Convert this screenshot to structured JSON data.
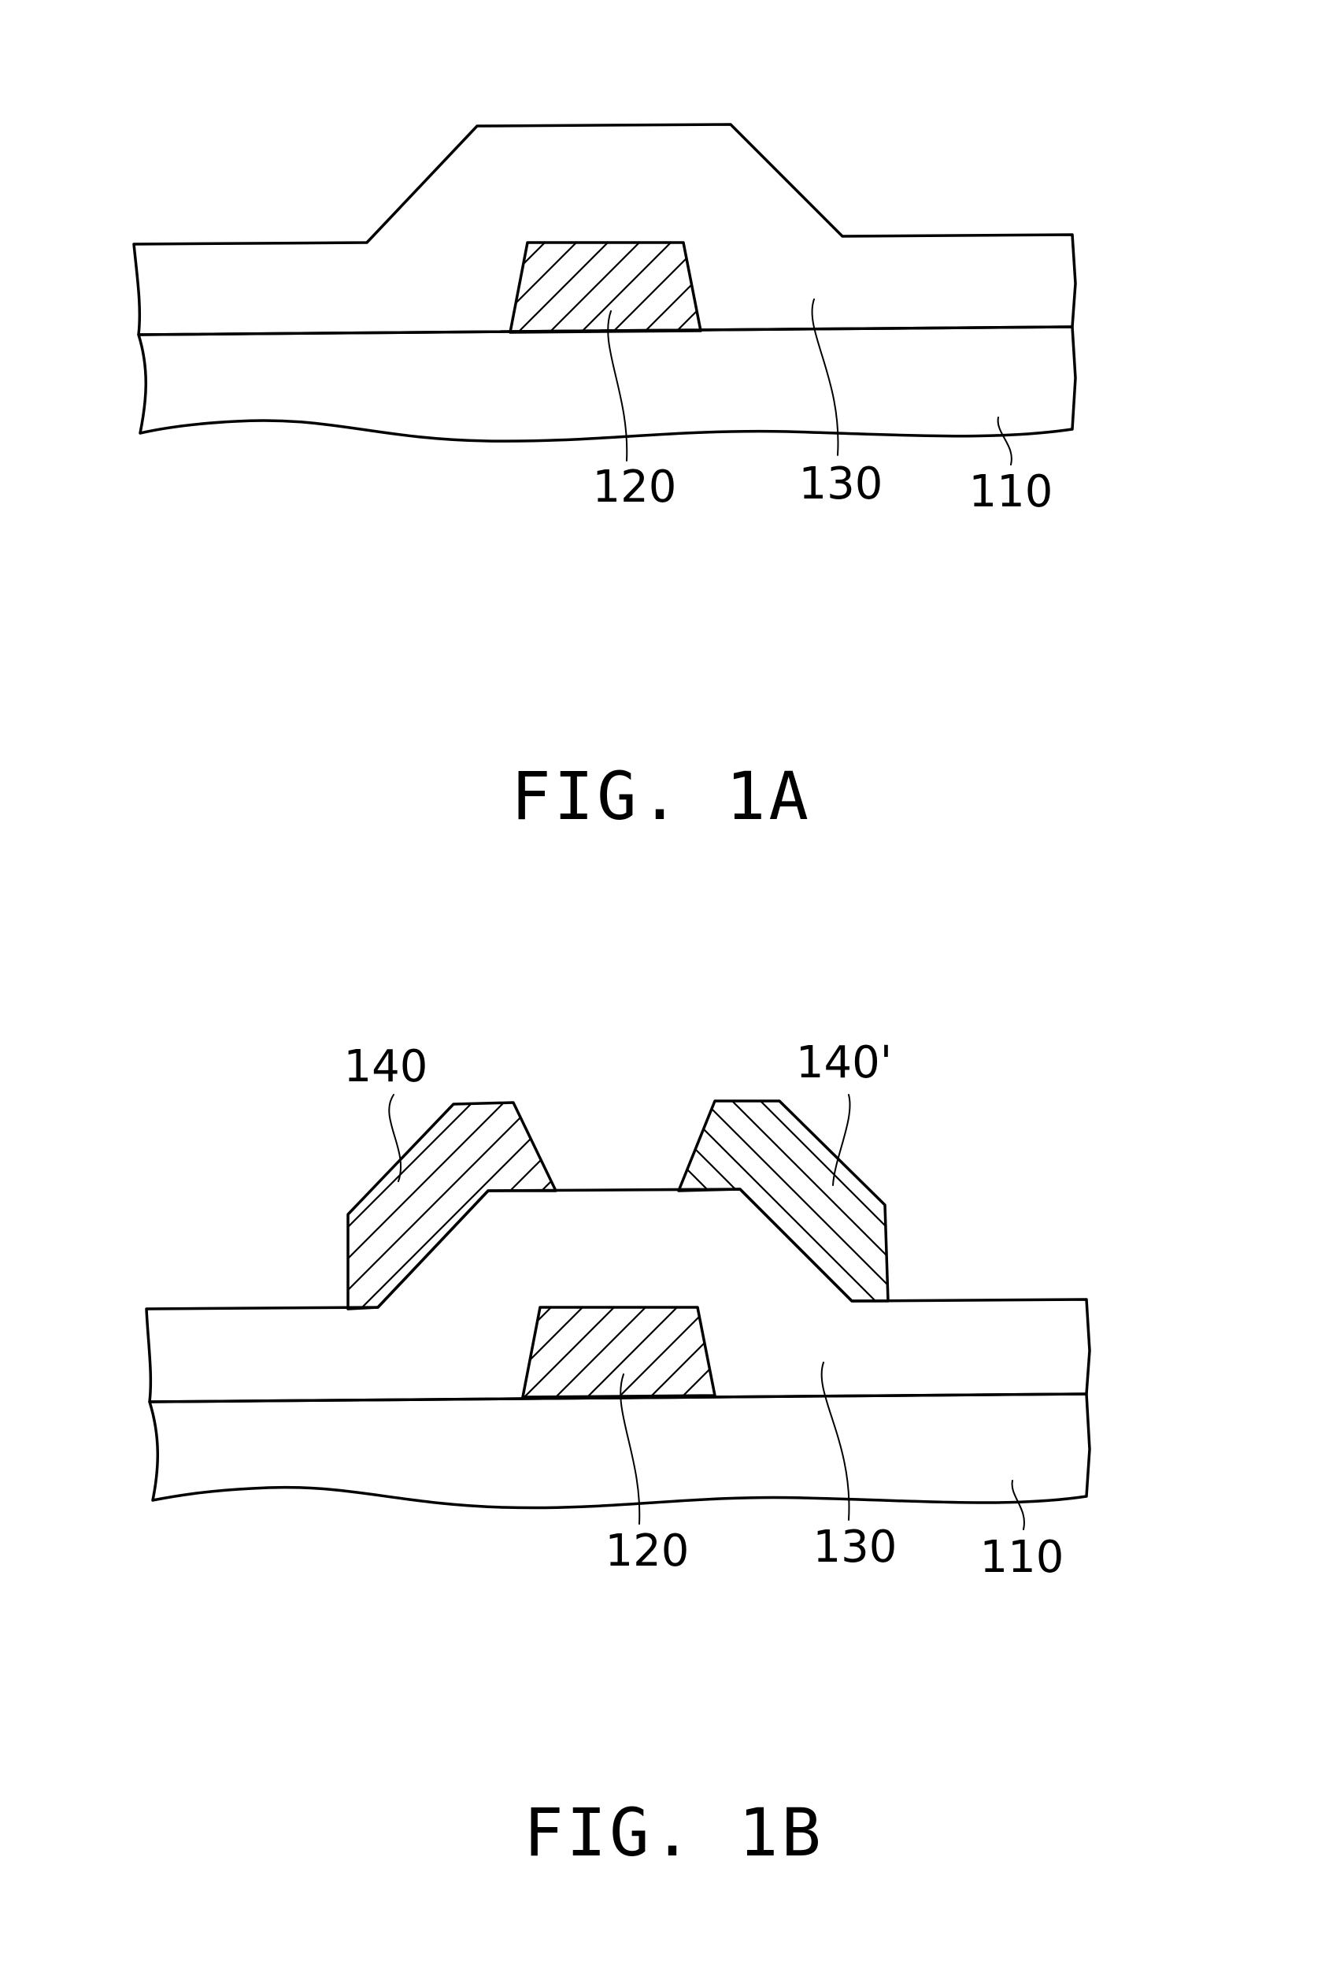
{
  "figures": [
    {
      "caption": "FIG. 1A",
      "labels": {
        "gate": "120",
        "insulator": "130",
        "substrate": "110"
      }
    },
    {
      "caption": "FIG. 1B",
      "labels": {
        "source": "140",
        "drain": "140'",
        "gate": "120",
        "insulator": "130",
        "substrate": "110"
      }
    }
  ],
  "colors": {
    "line": "#000000",
    "background": "#ffffff",
    "dot_fill": "#000000"
  }
}
